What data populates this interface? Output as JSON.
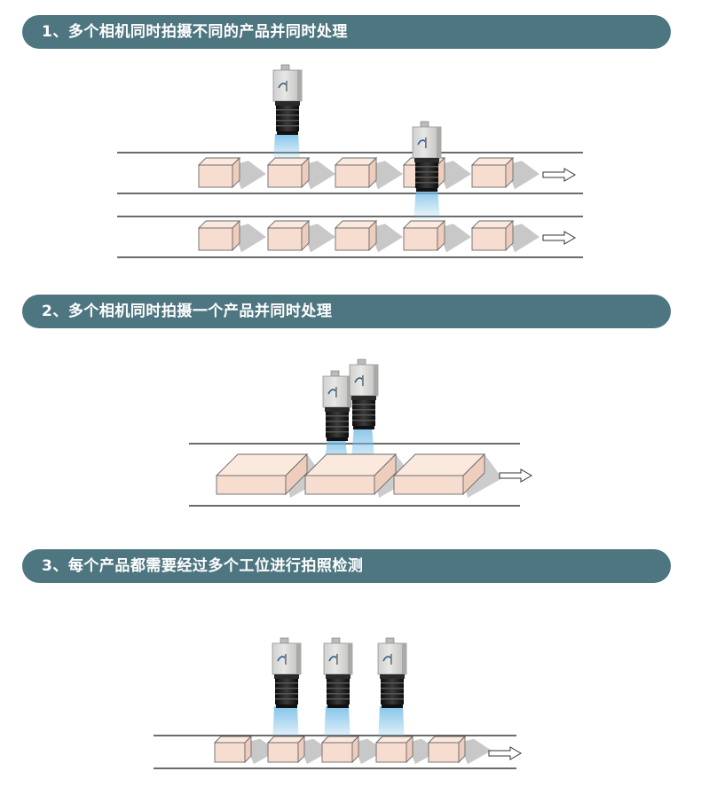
{
  "colors": {
    "banner": "#4e7680",
    "banner_text": "#ffffff",
    "box_top": "#fbe9de",
    "box_front": "#f6ddd0",
    "box_side": "#efcdbd",
    "box_edge": "#6a6a6a",
    "line": "#3a3a3a",
    "camera_body": "#e7e7e5",
    "camera_lens": "#1d1d1d",
    "light_beam": "#6fb9e4",
    "arrow": "#ffffff"
  },
  "sections": [
    {
      "title": "1、多个相机同时拍摄不同的产品并同时处理"
    },
    {
      "title": "2、多个相机同时拍摄一个产品并同时处理"
    },
    {
      "title": "3、每个产品都需要经过多个工位进行拍照检测"
    }
  ],
  "icons": {
    "camera": "industrial-camera-icon",
    "arrow": "conveyor-direction-arrow-icon",
    "product": "product-box-icon",
    "beam": "light-beam-icon"
  }
}
